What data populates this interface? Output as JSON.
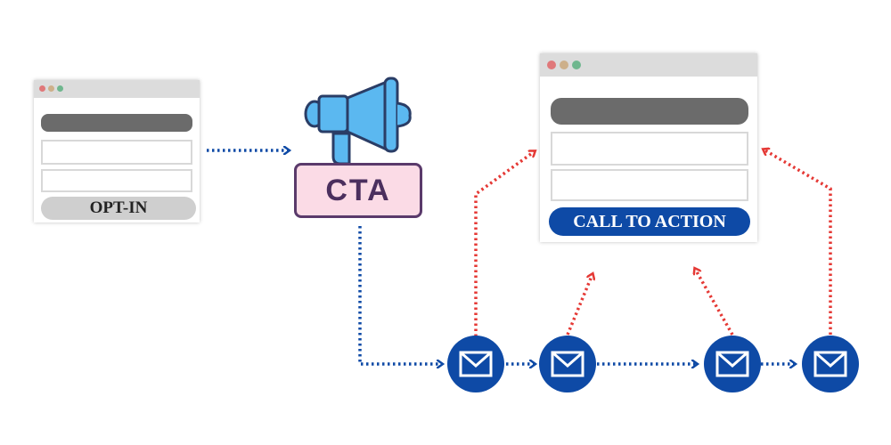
{
  "colors": {
    "flow_arrow": "#0e4aa6",
    "response_arrow": "#e53935",
    "email_circle": "#0e4aa6",
    "megaphone": "#5bb8f0",
    "cta_label_bg": "#fbdbe6"
  },
  "optin_form": {
    "button_label": "OPT-IN"
  },
  "cta_badge": {
    "label": "CTA",
    "icon": "megaphone-icon"
  },
  "landing_page": {
    "button_label": "CALL TO ACTION"
  },
  "emails": [
    {
      "icon": "envelope-icon"
    },
    {
      "icon": "envelope-icon"
    },
    {
      "icon": "envelope-icon"
    },
    {
      "icon": "envelope-icon"
    }
  ]
}
